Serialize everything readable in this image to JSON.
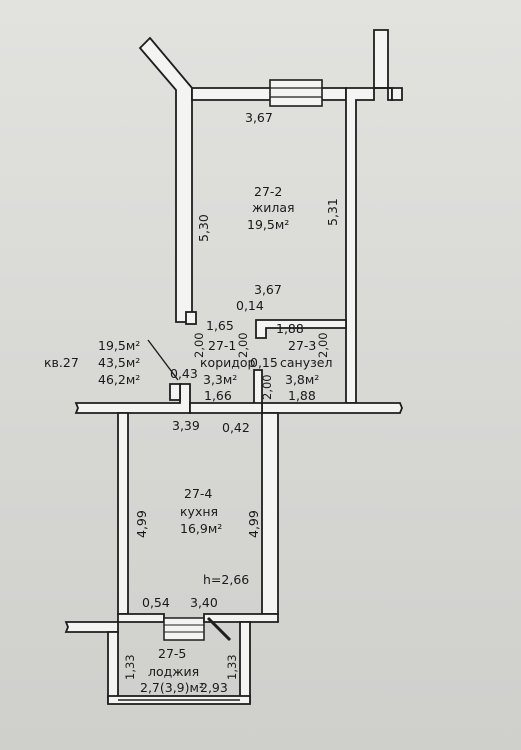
{
  "plan": {
    "rooms": [
      {
        "id": "27-2",
        "name": "жилая",
        "area": "19,5м²"
      },
      {
        "id": "27-1",
        "name": "коридор",
        "area": "3,3м²"
      },
      {
        "id": "27-3",
        "name": "санузел",
        "area": "3,8м²"
      },
      {
        "id": "27-4",
        "name": "кухня",
        "area": "16,9м²"
      },
      {
        "id": "27-5",
        "name": "лоджия",
        "area": "2,7(3,9)м²"
      }
    ],
    "apartment": {
      "label": "кв.27",
      "living_area": "19,5м²",
      "total_area": "43,5м²",
      "total_with_loggia": "46,2м²"
    },
    "height": "h=2,66",
    "dims": {
      "d367_top": "3,67",
      "d531": "5,31",
      "d530": "5,30",
      "d367_mid": "3,67",
      "d014": "0,14",
      "d165": "1,65",
      "d188_top": "1,88",
      "d200_a": "2,00",
      "d200_b": "2,00",
      "d200_c": "2,00",
      "d200_d": "2,00",
      "d015": "0,15",
      "d043": "0,43",
      "d166": "1,66",
      "d188_bot": "1,88",
      "d339": "3,39",
      "d042": "0,42",
      "d499_left": "4,99",
      "d499_right": "4,99",
      "d054": "0,54",
      "d340": "3,40",
      "d133_left": "1,33",
      "d133_right": "1,33",
      "d293": "2,93"
    }
  }
}
